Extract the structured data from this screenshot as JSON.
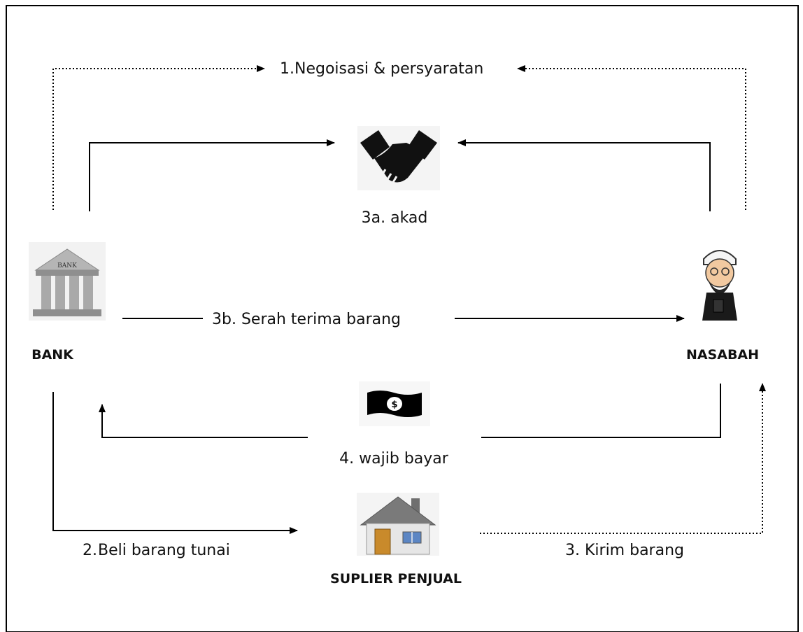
{
  "labels": {
    "negotiation": "1.Negoisasi & persyaratan",
    "akad": "3a. akad",
    "serah_terima": "3b. Serah terima barang",
    "bank": "BANK",
    "nasabah": "NASABAH",
    "wajib_bayar": "4. wajib bayar",
    "beli_tunai_num": "2.",
    "beli_tunai_text": "Beli barang tunai",
    "supplier": "SUPLIER PENJUAL",
    "kirim_barang": "3. Kirim barang",
    "bank_sign": "BANK",
    "money_sign": "$"
  },
  "icons": {
    "bank": "bank-building-icon",
    "handshake": "handshake-icon",
    "customer": "customer-person-icon",
    "money": "money-bill-icon",
    "supplier": "house-icon"
  },
  "colors": {
    "line": "#000000",
    "text": "#111111",
    "border": "#000000",
    "house_wall": "#eeeeee",
    "house_roof": "#7a7a7a",
    "door": "#c98a2b",
    "bank_stone": "#9a9a9a"
  }
}
